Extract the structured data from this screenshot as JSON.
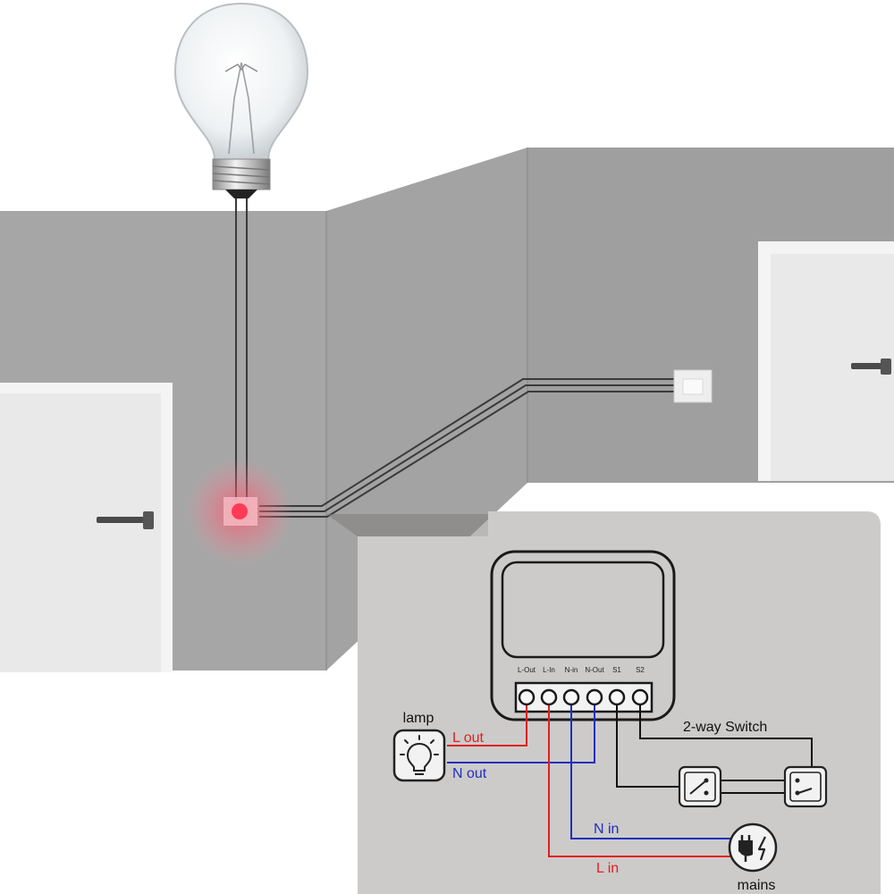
{
  "colors": {
    "wall_left": "#a6a6a6",
    "wall_right": "#9f9f9f",
    "panel": "#cdcbca",
    "wire_live": "#e02020",
    "wire_neutral": "#1f2fbf",
    "wire_switch": "#111111",
    "indicator": "#ff3b55"
  },
  "icons": {
    "bulb": "light-bulb-icon",
    "lamp": "lamp-icon",
    "mains": "plug-icon"
  },
  "module": {
    "terminals": [
      "L-Out",
      "L-In",
      "N-in",
      "N-Out",
      "S1",
      "S2"
    ]
  },
  "labels": {
    "lamp": "lamp",
    "l_out": "L out",
    "n_out": "N out",
    "two_way_switch": "2-way Switch",
    "n_in": "N in",
    "l_in": "L in",
    "mains": "mains"
  }
}
